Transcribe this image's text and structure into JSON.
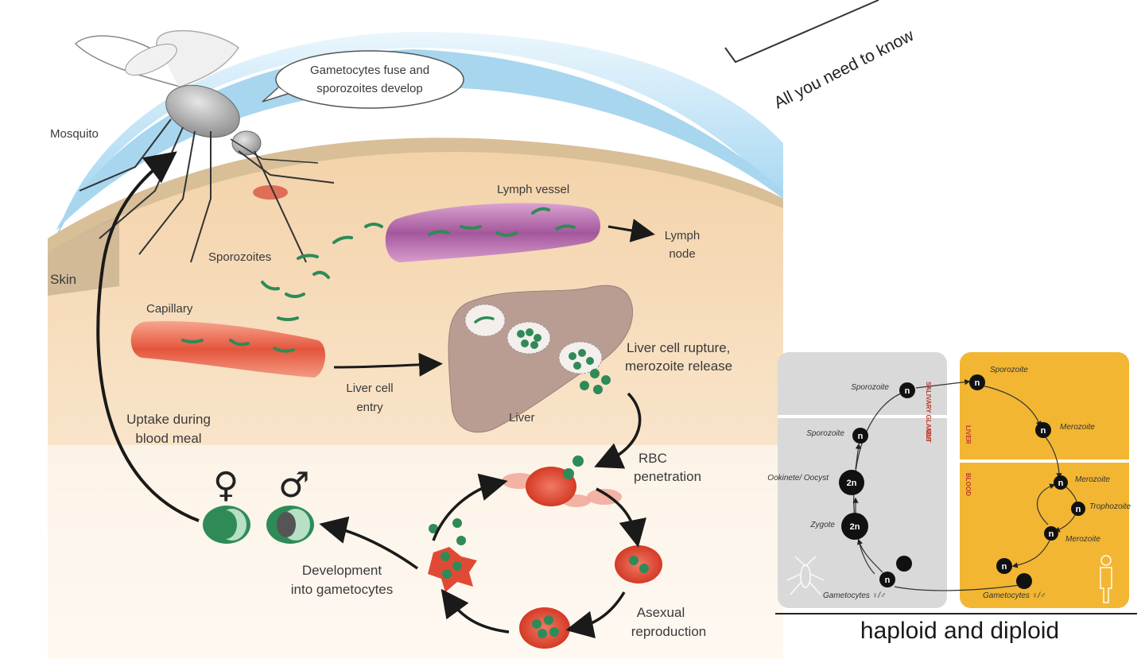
{
  "lifecycle": {
    "labels": {
      "mosquito": "Mosquito",
      "bubble_line1": "Gametocytes fuse and",
      "bubble_line2": "sporozoites develop",
      "skin": "Skin",
      "sporozoites": "Sporozoites",
      "lymph_vessel": "Lymph vessel",
      "lymph_node_1": "Lymph",
      "lymph_node_2": "node",
      "capillary": "Capillary",
      "liver_entry_1": "Liver cell",
      "liver_entry_2": "entry",
      "liver": "Liver",
      "rupture_1": "Liver cell rupture,",
      "rupture_2": "merozoite release",
      "rbc_1": "RBC",
      "rbc_2": "penetration",
      "asexual_1": "Asexual",
      "asexual_2": "reproduction",
      "development_1": "Development",
      "development_2": "into gametocytes",
      "uptake_1": "Uptake during",
      "uptake_2": "blood meal",
      "female_symbol": "♀",
      "male_symbol": "♂"
    },
    "colors": {
      "sky": "#9fd3ee",
      "skin": "#f6d9b4",
      "parasite": "#2e8b57",
      "capillary": "#e8553e",
      "lymph": "#a85a9e",
      "liver": "#b89a90"
    }
  },
  "heading": {
    "note": "All you need to know"
  },
  "ploidy_panel": {
    "caption": "haploid and diploid",
    "mosquito_side": {
      "stage_labels": [
        "SALIVARY GLANDS",
        "GUT"
      ],
      "nodes": [
        {
          "label": "Sporozoite",
          "ploidy": "n"
        },
        {
          "label": "Sporozoite",
          "ploidy": "n"
        },
        {
          "label": "Ookinete/ Oocyst",
          "ploidy": "2n"
        },
        {
          "label": "Zygote",
          "ploidy": "2n"
        },
        {
          "label": "Gametocytes ♀/♂",
          "ploidy": "n"
        }
      ]
    },
    "human_side": {
      "stage_labels": [
        "LIVER",
        "BLOOD"
      ],
      "nodes": [
        {
          "label": "Sporozoite",
          "ploidy": "n"
        },
        {
          "label": "Merozoite",
          "ploidy": "n"
        },
        {
          "label": "Merozoite",
          "ploidy": "n"
        },
        {
          "label": "Trophozoite",
          "ploidy": "n"
        },
        {
          "label": "Merozoite",
          "ploidy": "n"
        },
        {
          "label": "Gametocytes ♀/♂",
          "ploidy": "n"
        }
      ]
    },
    "colors": {
      "mosquito_bg": "#d9d9d9",
      "human_bg": "#f2b632",
      "node": "#111111"
    }
  }
}
